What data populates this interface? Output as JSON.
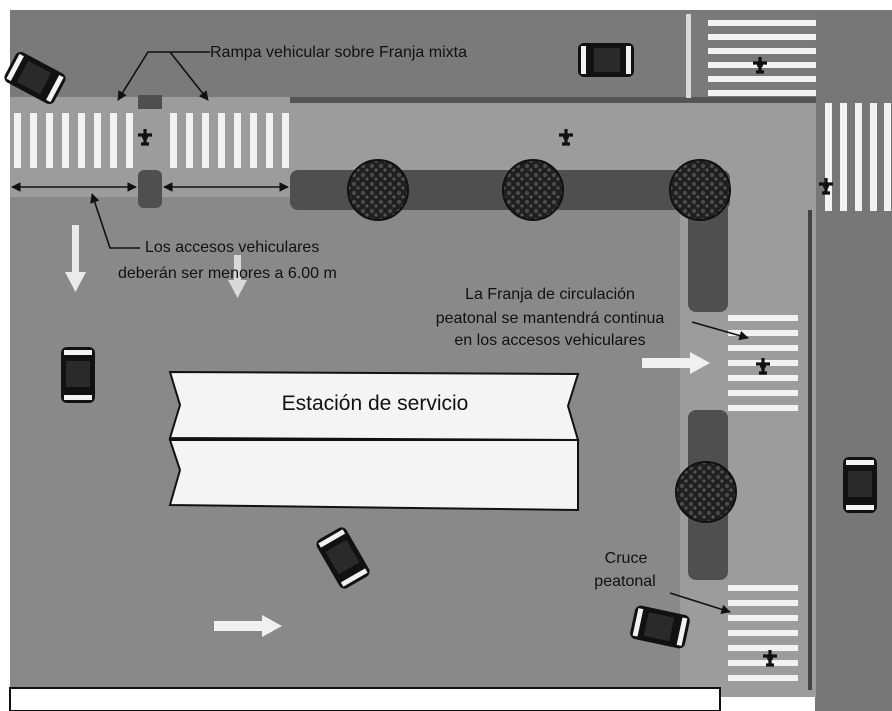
{
  "labels": {
    "ramp": "Rampa vehicular sobre Franja mixta",
    "access_line1": "Los accesos vehiculares",
    "access_line2": "deberán ser menores a 6.00 m",
    "strip_line1": "La Franja de circulación",
    "strip_line2": "peatonal se mantendrá continua",
    "strip_line3": "en los accesos vehiculares",
    "station": "Estación de servicio",
    "crossing_line1": "Cruce",
    "crossing_line2": "peatonal"
  },
  "icons": [
    "pedestrian-icon",
    "tree-icon",
    "car-icon",
    "arrow-icon"
  ],
  "colors": {
    "street": "#7e7e7e",
    "lot": "#8a8a8a",
    "sidewalk": "#9a9a9a",
    "planter": "#4f4f4f",
    "zebra": "#f2f2f2",
    "station": "#f4f4f4",
    "ink": "#111111"
  }
}
